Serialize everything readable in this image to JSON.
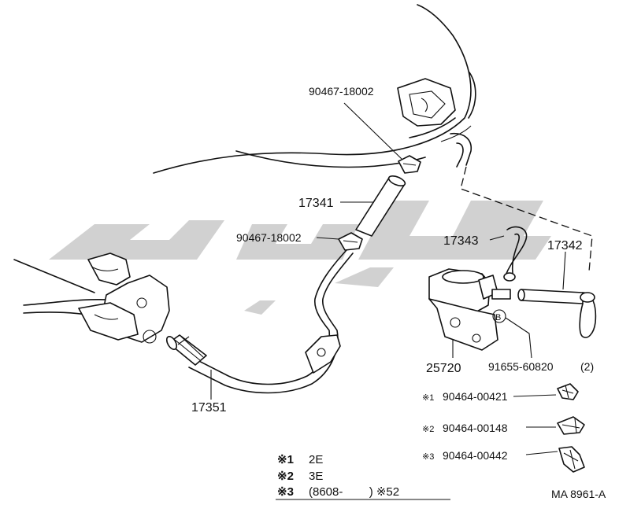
{
  "parts": {
    "clamp_upper": "90467-18002",
    "hose_17341": "17341",
    "clamp_lower": "90467-18002",
    "hose_17343": "17343",
    "hose_17342": "17342",
    "vsv_25720": "25720",
    "bolt_91655": "91655-60820",
    "bolt_qty": "(2)",
    "bolt_mark": "B",
    "pipe_17351": "17351",
    "clip1_mark": "※1",
    "clip1_part": "90464-00421",
    "clip2_mark": "※2",
    "clip2_part": "90464-00148",
    "clip3_mark": "※3",
    "clip3_part": "90464-00442"
  },
  "legend": {
    "row1_mark": "※1",
    "row1_text": "2E",
    "row2_mark": "※2",
    "row2_text": "3E",
    "row3_mark": "※3",
    "row3_text": "(8608-        ) ※52"
  },
  "figure_code": "MA 8961-A"
}
